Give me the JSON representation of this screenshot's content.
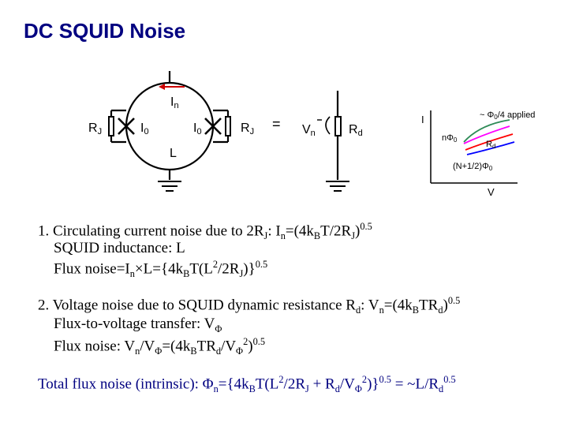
{
  "title": "DC SQUID Noise",
  "circuit": {
    "label_In": "I",
    "label_In_sub": "n",
    "label_RJ_left": "R",
    "label_RJ_left_sub": "J",
    "label_I0_left": "I",
    "label_I0_left_sub": "0",
    "label_I0_right": "I",
    "label_I0_right_sub": "0",
    "label_RJ_right": "R",
    "label_RJ_right_sub": "J",
    "label_L": "L",
    "equals": "=",
    "label_Vn": "V",
    "label_Vn_sub": "n",
    "label_Rd": "R",
    "label_Rd_sub": "d"
  },
  "iv_plot": {
    "y_axis_label": "I",
    "x_axis_label": "V",
    "annotation_applied_prefix": "~ Φ",
    "annotation_applied_sub": "0",
    "annotation_applied_suffix": "/4 applied",
    "annotation_n_prefix": "nΦ",
    "annotation_n_sub": "0",
    "annotation_rd": "R",
    "annotation_rd_sub": "d",
    "annotation_half_prefix": "(N+1/2)Φ",
    "annotation_half_sub": "0",
    "colors": {
      "axis": "#000000",
      "curve_top": "#2e8b57",
      "curve_mid1": "#ff00ff",
      "curve_mid2": "#ff0000",
      "curve_bottom": "#0000ff",
      "label_red": "#ff0000",
      "label_blue": "#0000ff"
    }
  },
  "section1": {
    "line1_a": "1. Circulating current noise due to 2R",
    "line1_b": "J",
    "line1_c": ": I",
    "line1_d": "n",
    "line1_e": "=(4k",
    "line1_f": "B",
    "line1_g": "T/2R",
    "line1_h": "J",
    "line1_i": ")",
    "line1_j": "0.5",
    "line2": "SQUID inductance: L",
    "line3_a": "Flux noise=I",
    "line3_b": "n",
    "line3_c": "×L={4k",
    "line3_d": "B",
    "line3_e": "T(L",
    "line3_f": "2",
    "line3_g": "/2R",
    "line3_h": "J",
    "line3_i": ")}",
    "line3_j": "0.5"
  },
  "section2": {
    "line1_a": "2. Voltage noise due to SQUID dynamic resistance R",
    "line1_b": "d",
    "line1_c": ": V",
    "line1_d": "n",
    "line1_e": "=(4k",
    "line1_f": "B",
    "line1_g": "TR",
    "line1_h": "d",
    "line1_i": ")",
    "line1_j": "0.5",
    "line2_a": "Flux-to-voltage transfer: V",
    "line2_b": "Φ",
    "line3_a": "Flux noise: V",
    "line3_b": "n",
    "line3_c": "/V",
    "line3_d": "Φ",
    "line3_e": "=(4k",
    "line3_f": "B",
    "line3_g": "TR",
    "line3_h": "d",
    "line3_i": "/V",
    "line3_j": "Φ",
    "line3_k": "2",
    "line3_l": ")",
    "line3_m": "0.5"
  },
  "total": {
    "a": "Total flux noise (intrinsic): Φ",
    "b": "n",
    "c": "={4k",
    "d": "B",
    "e": "T(L",
    "f": "2",
    "g": "/2R",
    "h": "J",
    "i": " + R",
    "j": "d",
    "k": "/V",
    "l": "Φ",
    "m": "2",
    "n": ")}",
    "o": "0.5",
    "p": " = ~L/R",
    "q": "d",
    "r": "0.5"
  }
}
